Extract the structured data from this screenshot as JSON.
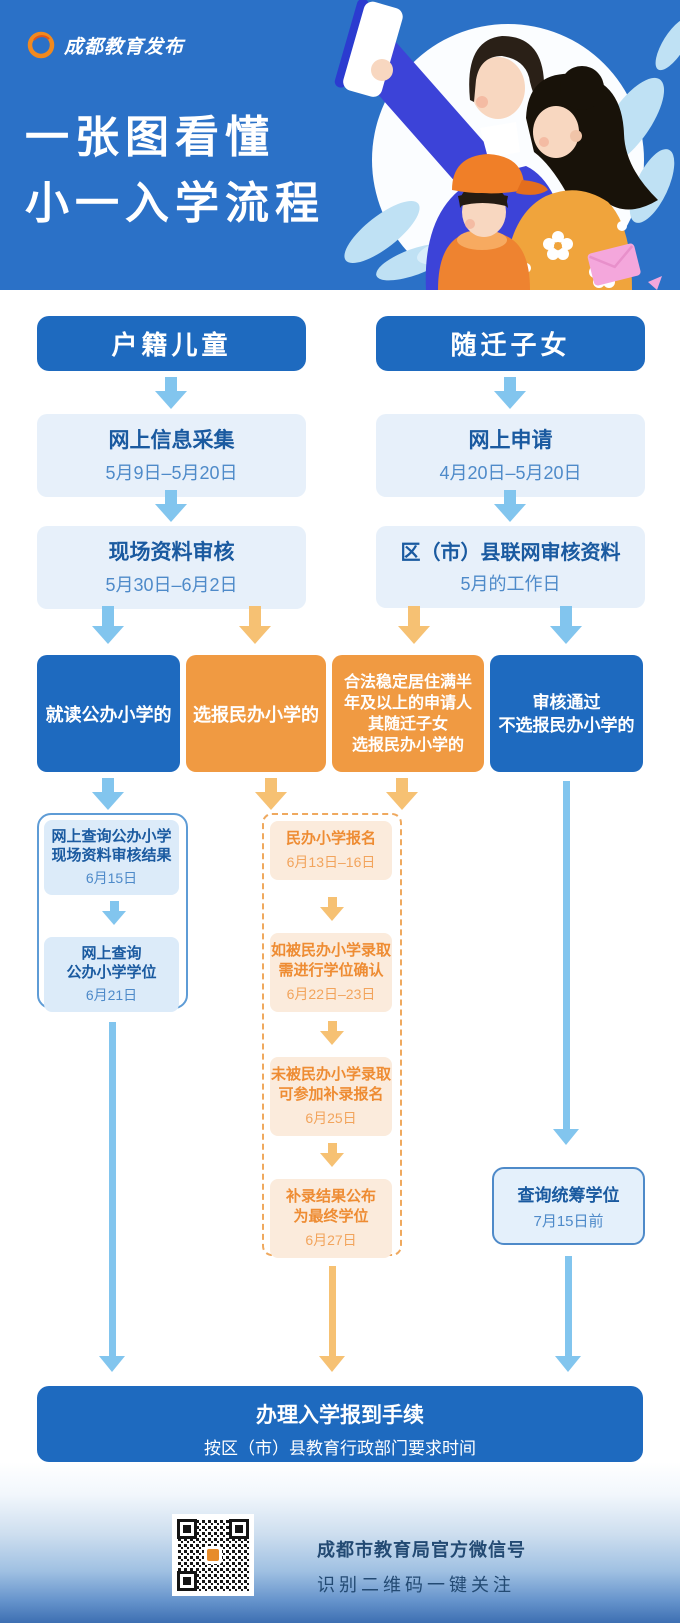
{
  "header": {
    "brand": "成都教育发布",
    "title_line1": "一张图看懂",
    "title_line2": "小一入学流程"
  },
  "left_column": {
    "header": "户籍儿童",
    "step1": {
      "title": "网上信息采集",
      "date": "5月9日–5月20日"
    },
    "step2": {
      "title": "现场资料审核",
      "date": "5月30日–6月2日"
    }
  },
  "right_column": {
    "header": "随迁子女",
    "step1": {
      "title": "网上申请",
      "date": "4月20日–5月20日"
    },
    "step2": {
      "title": "区（市）县联网审核资料",
      "date": "5月的工作日"
    }
  },
  "branches": {
    "public": "就读公办小学的",
    "private_choice": "选报民办小学的",
    "migrant_private": "合法稳定居住满半\n年及以上的申请人\n其随迁子女\n选报民办小学的",
    "approved_no_private": "审核通过\n不选报民办小学的"
  },
  "public_track": {
    "step1": {
      "title": "网上查询公办小学\n现场资料审核结果",
      "date": "6月15日"
    },
    "step2": {
      "title": "网上查询\n公办小学学位",
      "date": "6月21日"
    }
  },
  "private_track": {
    "step1": {
      "title": "民办小学报名",
      "date": "6月13日–16日"
    },
    "step2": {
      "title": "如被民办小学录取\n需进行学位确认",
      "date": "6月22日–23日"
    },
    "step3": {
      "title": "未被民办小学录取\n可参加补录报名",
      "date": "6月25日"
    },
    "step4": {
      "title": "补录结果公布\n为最终学位",
      "date": "6月27日"
    }
  },
  "overall_track": {
    "title": "查询统筹学位",
    "date": "7月15日前"
  },
  "final": {
    "title": "办理入学报到手续",
    "subtitle": "按区（市）县教育行政部门要求时间"
  },
  "footer": {
    "line1": "成都市教育局官方微信号",
    "line2": "识别二维码一键关注"
  },
  "colors": {
    "hero_bg": "#2B71C7",
    "box_dark_blue": "#1E6ABF",
    "box_light_blue": "#E7F0FA",
    "box_orange": "#F09A42",
    "box_light_orange": "#FBEBDC",
    "arrow_blue": "#82C5EE",
    "arrow_orange": "#F6C173",
    "text_blue_dark": "#1A5AA0",
    "text_blue_mid": "#4E8AC9",
    "text_orange": "#EE8C33",
    "footer_bottom": "#3D6FB2"
  }
}
